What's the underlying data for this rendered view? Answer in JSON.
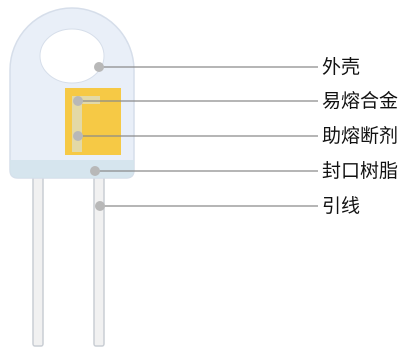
{
  "diagram": {
    "labels": {
      "housing": "外壳",
      "fusible_alloy": "易熔合金",
      "flux": "助熔断剂",
      "sealing_resin": "封口树脂",
      "lead_wire": "引线"
    },
    "colors": {
      "housing_fill": "#e9eff8",
      "housing_stroke": "#d6deea",
      "hole_fill": "#ffffff",
      "alloy_fill": "#f6c945",
      "flux_fill": "#e3d9a6",
      "resin_fill": "#d4e3ec",
      "lead_fill": "#f1f1f1",
      "lead_stroke": "#c9ced4",
      "leader_line": "#8a8a8a",
      "leader_dot": "#b8b8b8"
    }
  }
}
